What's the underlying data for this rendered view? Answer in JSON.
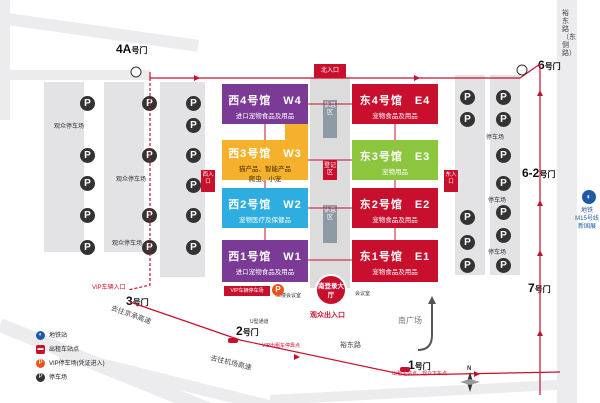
{
  "roads": {
    "east_road": "裕东路（东侧路）",
    "south_road": "裕东路",
    "south_plaza": "南广场",
    "to_jingcheng": "去往京承高速",
    "to_airport": "去往机场高速"
  },
  "gates": {
    "g4a": {
      "num": "4A",
      "suffix": "号门"
    },
    "g6": {
      "num": "6",
      "suffix": "号门"
    },
    "g6_2": {
      "num": "6-2",
      "suffix": "号门"
    },
    "g7": {
      "num": "7",
      "suffix": "号门"
    },
    "g3": {
      "num": "3",
      "suffix": "号门"
    },
    "g2": {
      "num": "2",
      "suffix": "号门"
    },
    "g1": {
      "num": "1",
      "suffix": "号门"
    }
  },
  "halls": {
    "w4": {
      "title": "西4号馆　W4",
      "sub": "进口宠物食品及用品",
      "color": "#7a3a96"
    },
    "w3": {
      "title": "西3号馆　W3",
      "sub": "猫产品、智能产品",
      "sub2": "爬虫、小宠",
      "color": "#f5b12c"
    },
    "w2": {
      "title": "西2号馆　W2",
      "sub": "宠物医疗及保健品",
      "color": "#2eaee0"
    },
    "w1": {
      "title": "西1号馆　W1",
      "sub": "进口宠物食品及用品",
      "color": "#7a3a96"
    },
    "e4": {
      "title": "东4号馆　E4",
      "sub": "宠物食品及用品",
      "color": "#c8102e"
    },
    "e3": {
      "title": "东3号馆　E3",
      "sub": "宠物用品",
      "color": "#8cc63f"
    },
    "e2": {
      "title": "东2号馆　E2",
      "sub": "宠物食品及用品",
      "color": "#c8102e"
    },
    "e1": {
      "title": "东1号馆　E1",
      "sub": "宠物食品及用品",
      "color": "#c8102e"
    }
  },
  "labels": {
    "north_entrance": "北入口",
    "west_entrance": "西入口",
    "east_entrance": "东入口",
    "south_hall": "南登录大厅",
    "audience_entrance": "观众出入口",
    "vip_parking_label": "VIP车辆停车场",
    "vip_entrance": "VIP车辆入口",
    "parking_label": "停车场",
    "audience_parking": "观众停车场",
    "reg_area": "休息区",
    "reg_zone": "登记区",
    "two_floor": "二楼会议室",
    "meeting": "会议室",
    "taxi": "出租车站点",
    "drop": "出租车站点、观众下车点",
    "vip_drop": "VIP出租车停靠点",
    "u_turn": "U型通道"
  },
  "metro": {
    "line": "地铁",
    "station": "M15号线",
    "name": "新国展"
  },
  "legend": [
    {
      "icon": "metro-icon",
      "label": "地铁站",
      "color": "#1e5aa8",
      "glyph": "◐"
    },
    {
      "icon": "taxi-icon",
      "label": "出租车站点",
      "color": "#c8102e",
      "glyph": "▬"
    },
    {
      "icon": "vip-parking-icon",
      "label": "VIP停车场(凭证进入)",
      "color": "#e8541e",
      "glyph": "P"
    },
    {
      "icon": "parking-icon",
      "label": "停车场",
      "color": "#333333",
      "glyph": "P"
    }
  ],
  "icons": {
    "parking": "P",
    "north_arrow": "N"
  }
}
